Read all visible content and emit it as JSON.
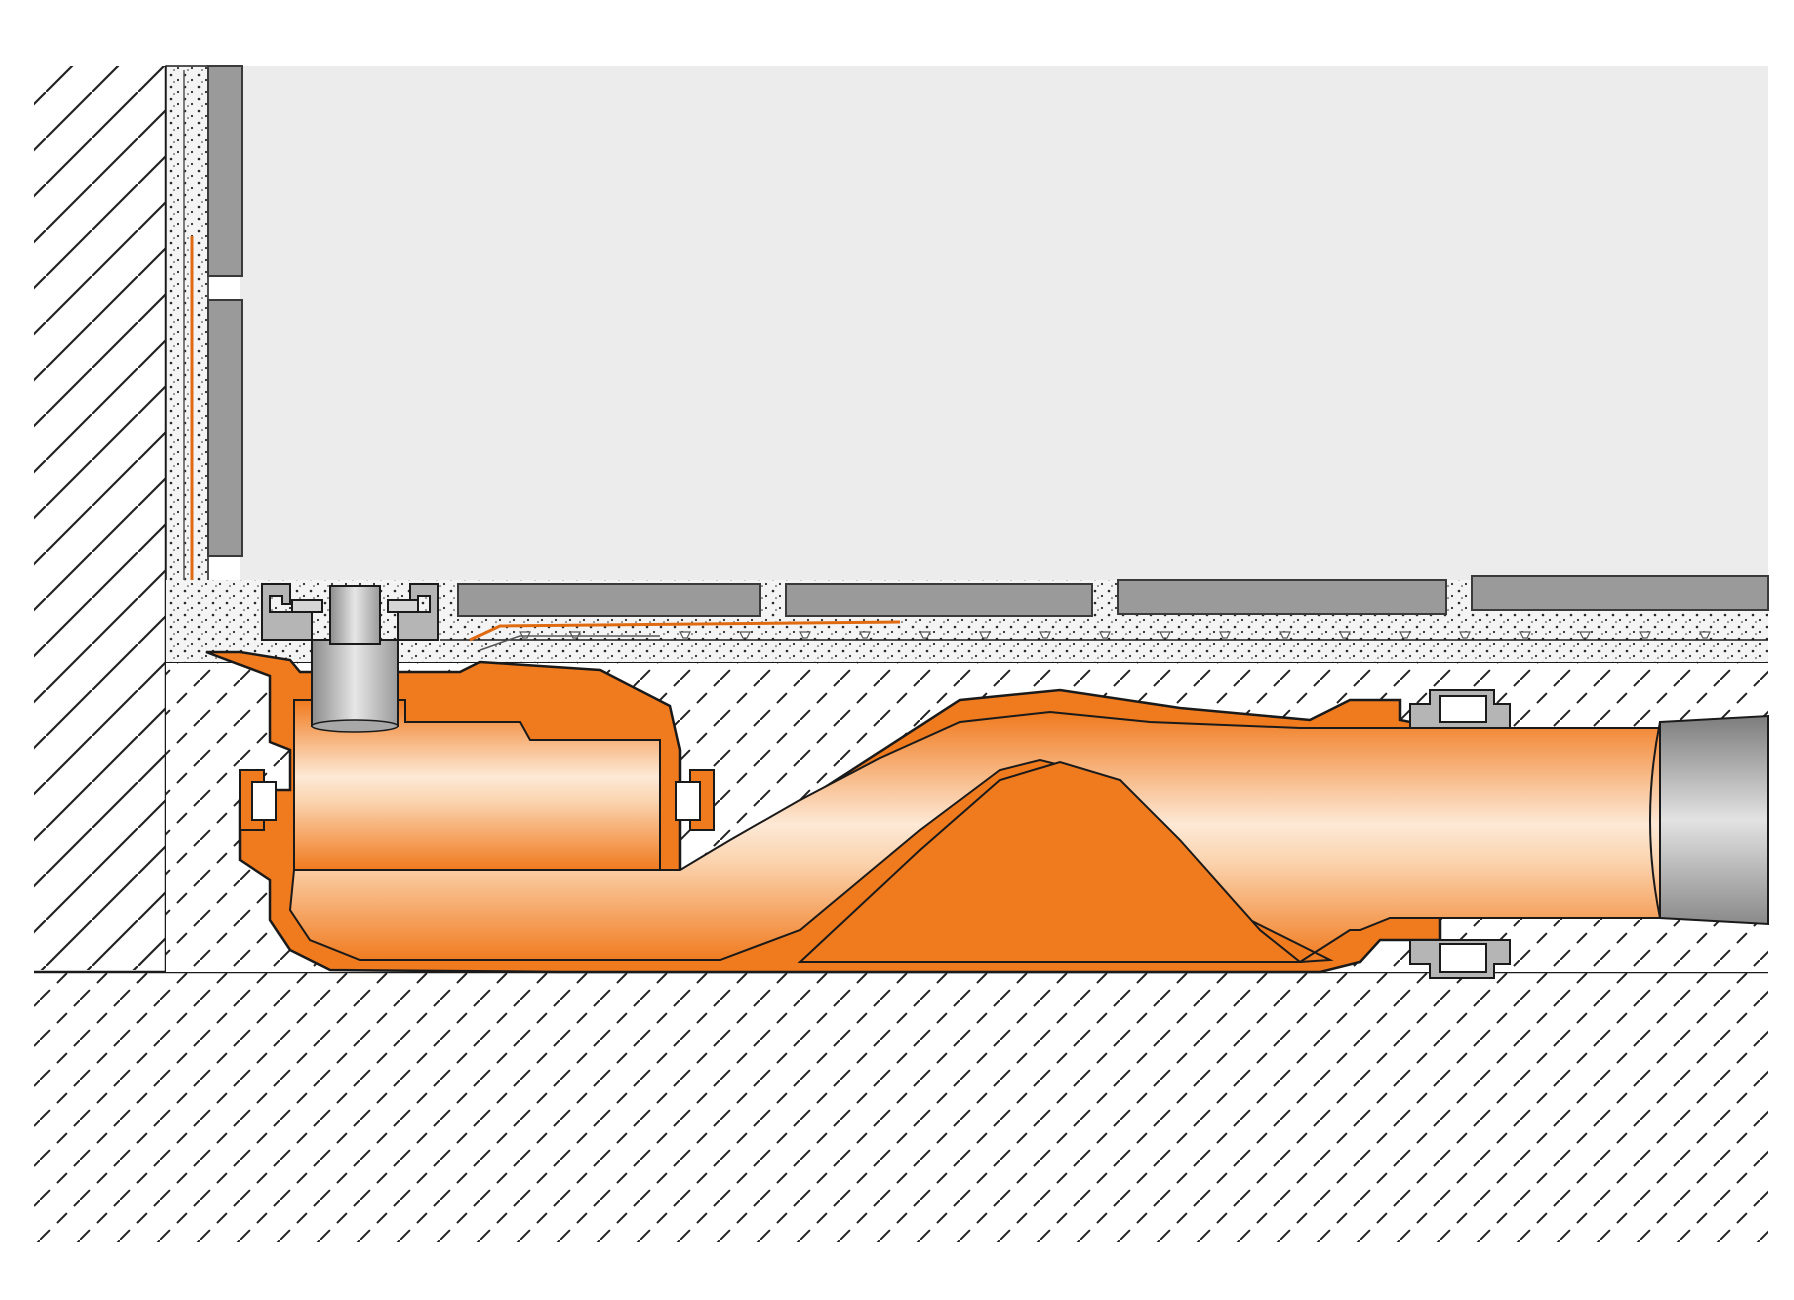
{
  "diagram": {
    "kind": "cross-section",
    "colors": {
      "background": "#ffffff",
      "room": "#ececec",
      "tile": "#9a9a9a",
      "tile_edge": "#3a3a3a",
      "mortar": "#f4f4f4",
      "mortar_dots": "#2a2a2a",
      "hatch": "#222222",
      "drain_orange": "#f07a1e",
      "drain_light": "#fbe6d2",
      "metal": "#b5b5b5",
      "outline": "#1a1a1a"
    },
    "parts": [
      "structural-wall",
      "screed-floor",
      "wall-tiles",
      "floor-tiles",
      "drain-grate",
      "drain-body",
      "trap-pipe",
      "outlet-pipe",
      "pipe-coupling"
    ]
  }
}
